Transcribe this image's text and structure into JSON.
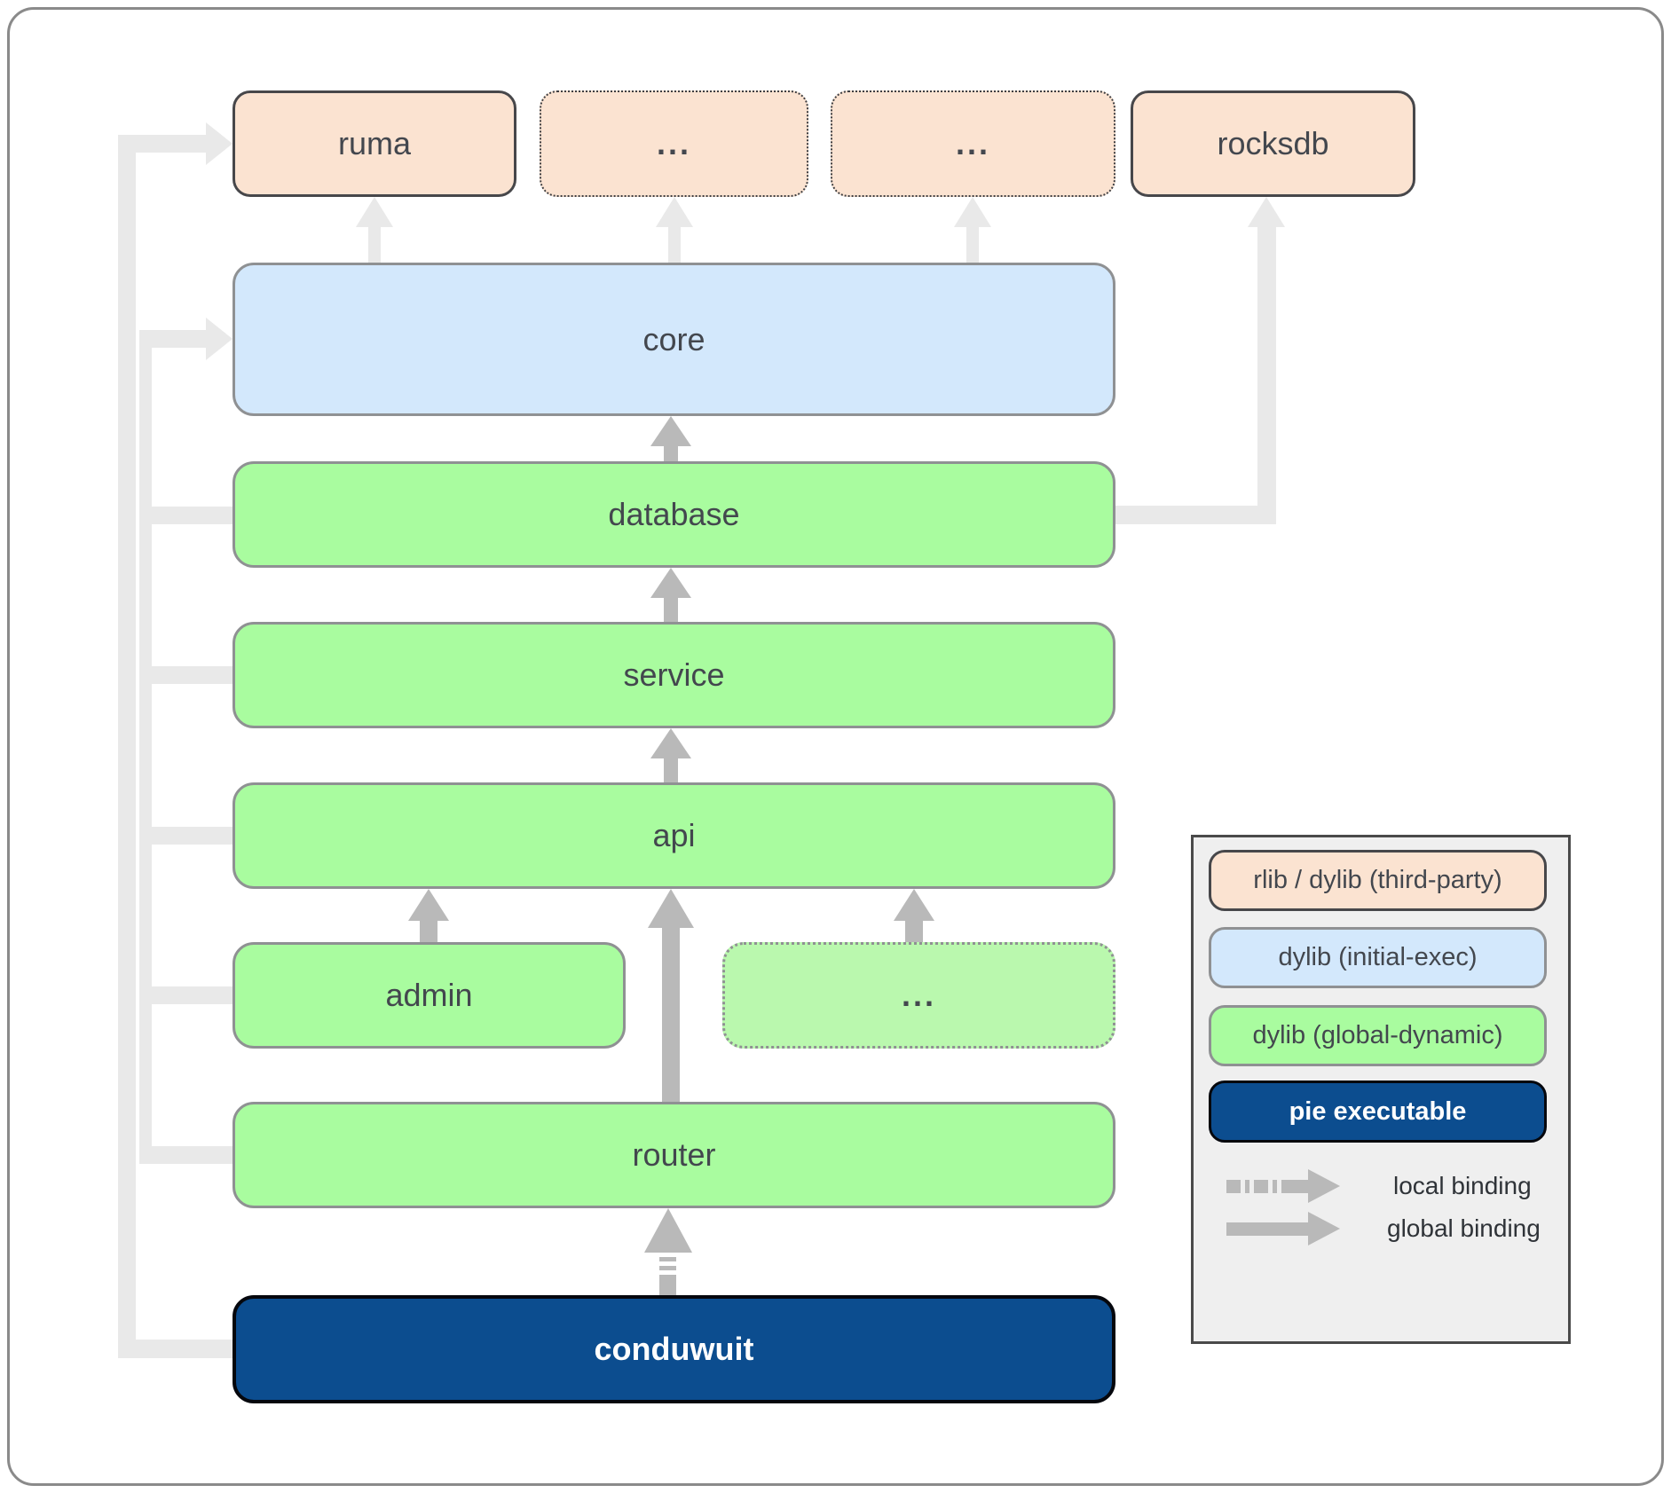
{
  "diagram": {
    "nodes": {
      "ruma": "ruma",
      "dots_top_1": "...",
      "dots_top_2": "...",
      "rocksdb": "rocksdb",
      "core": "core",
      "database": "database",
      "service": "service",
      "api": "api",
      "admin": "admin",
      "dots_mid": "...",
      "router": "router",
      "conduwuit": "conduwuit"
    }
  },
  "legend": {
    "types": [
      {
        "label": "rlib / dylib (third-party)",
        "color": "#fbe3d1"
      },
      {
        "label": "dylib (initial-exec)",
        "color": "#d3e8fc"
      },
      {
        "label": "dylib (global-dynamic)",
        "color": "#a9fc9f"
      },
      {
        "label": "pie executable",
        "color": "#0c4d8f"
      }
    ],
    "bindings": [
      {
        "label": "local binding",
        "style": "dashed-arrow"
      },
      {
        "label": "global binding",
        "style": "solid-arrow"
      }
    ]
  },
  "colors": {
    "peach": "#fbe3d1",
    "blue": "#d3e8fc",
    "green": "#a9fc9f",
    "green_light": "#baf8ae",
    "navy": "#0c4d8f",
    "arrow_mid": "#b9b9b9",
    "arrow_light": "#e9e9e9",
    "ink": "#43474e",
    "panel_bg": "#efefef",
    "panel_border": "#4a4a4a"
  }
}
